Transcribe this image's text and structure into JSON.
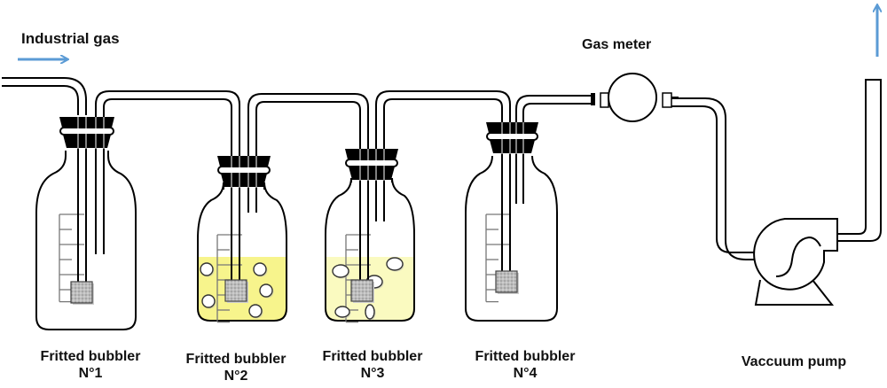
{
  "diagram": {
    "inlet_label": "Industrial gas",
    "meter_label": "Gas meter",
    "pump_label": "Vaccuum pump",
    "bubblers": [
      {
        "line1": "Fritted bubbler",
        "line2": "N°1",
        "contains_liquid": false
      },
      {
        "line1": "Fritted bubbler",
        "line2": "N°2",
        "contains_liquid": true
      },
      {
        "line1": "Fritted bubbler",
        "line2": "N°3",
        "contains_liquid": true
      },
      {
        "line1": "Fritted bubbler",
        "line2": "N°4",
        "contains_liquid": false
      }
    ],
    "flow_direction": [
      "inlet",
      "bubbler-1",
      "bubbler-2",
      "bubbler-3",
      "bubbler-4",
      "gas-meter",
      "vacuum-pump",
      "exhaust"
    ],
    "colors": {
      "arrow": "#5b9bd5",
      "liquid_bubbler_2": "#f7f48c",
      "liquid_bubbler_3": "#fafac0",
      "frit": "#b8b8b8",
      "outline": "#000000",
      "graduation": "#777777"
    }
  }
}
